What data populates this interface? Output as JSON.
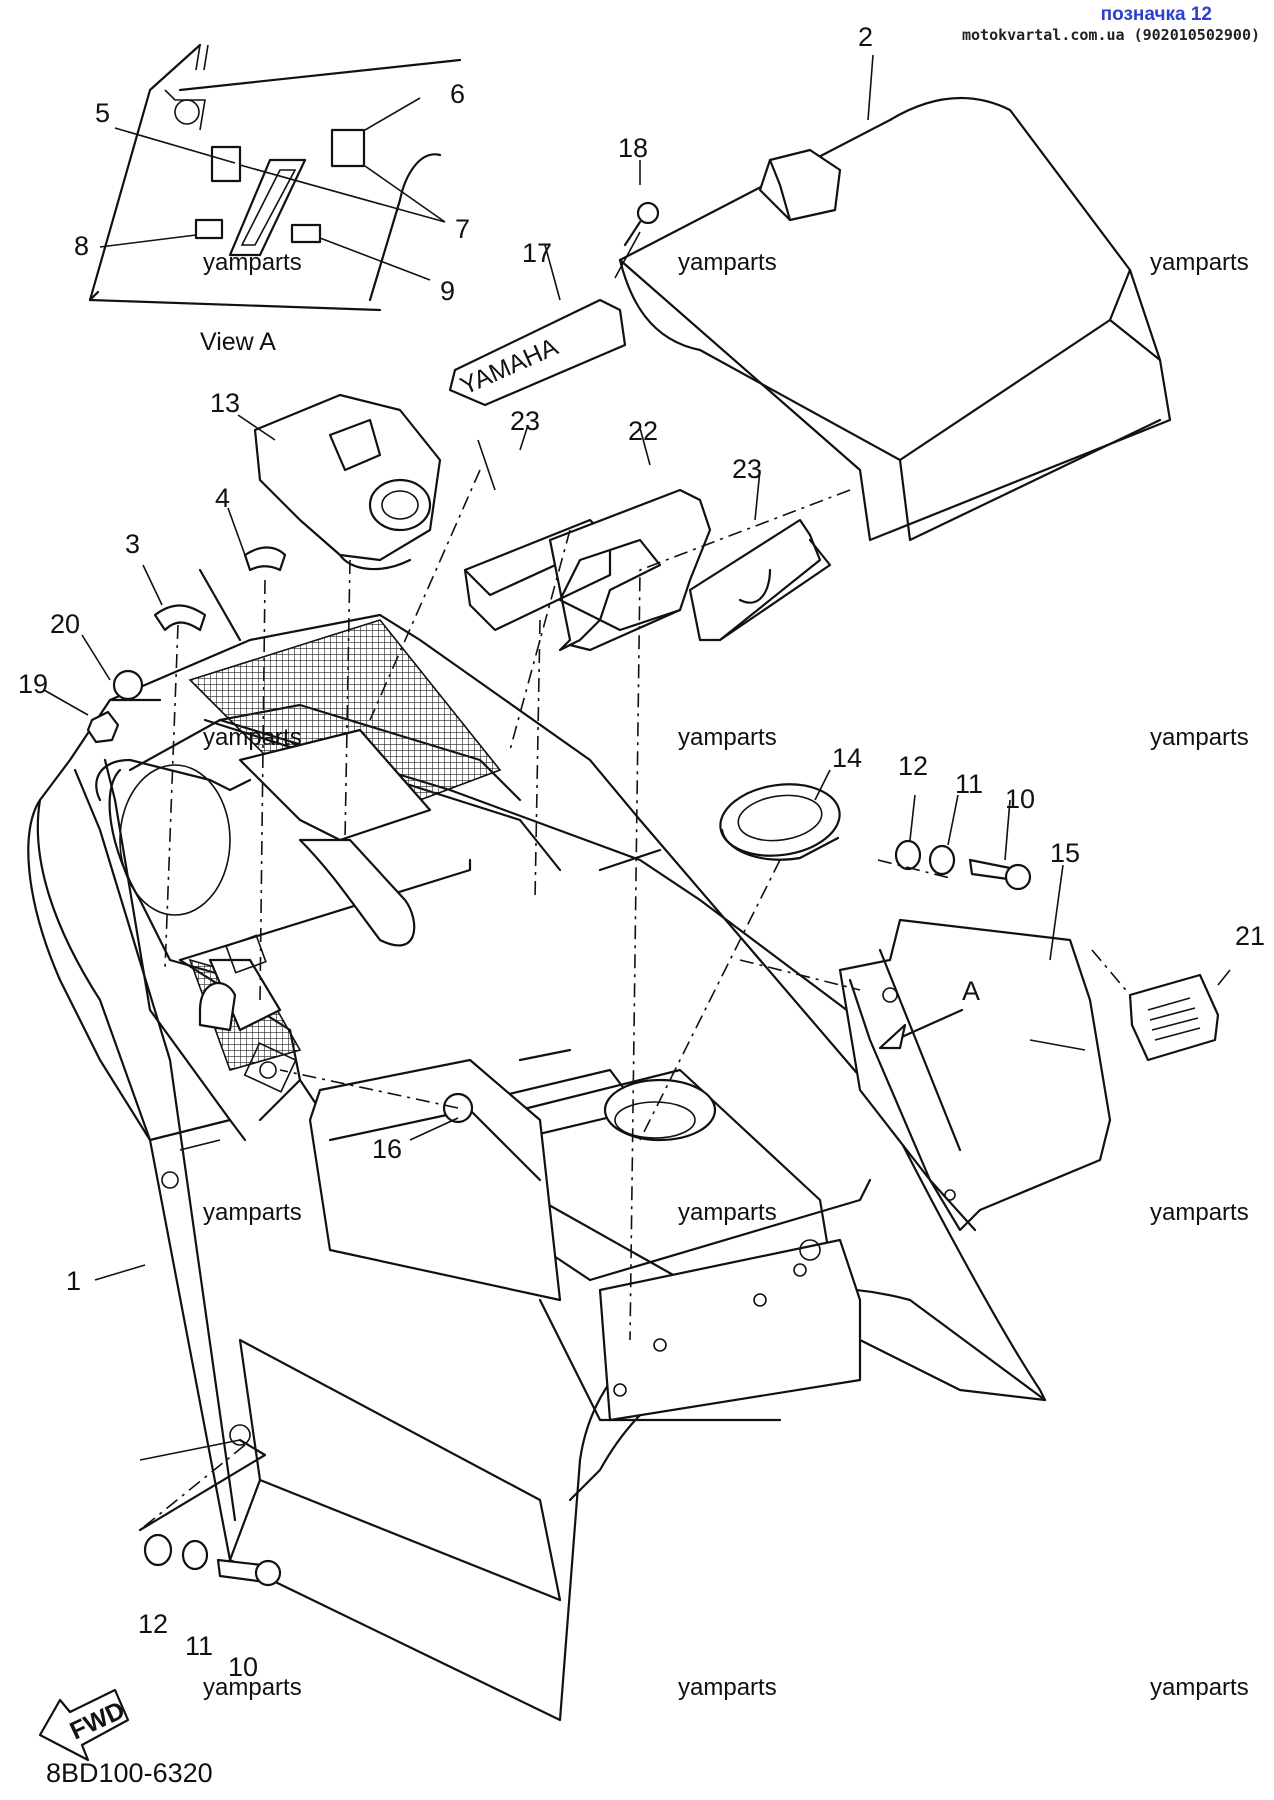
{
  "header": {
    "label": "позначка 12",
    "site": "motokvartal.com.ua (902010502900)"
  },
  "view_a": {
    "caption": "View A"
  },
  "callouts": {
    "c1": "1",
    "c2": "2",
    "c3": "3",
    "c4": "4",
    "c5": "5",
    "c6": "6",
    "c7": "7",
    "c8": "8",
    "c9": "9",
    "c10": "10",
    "c10b": "10",
    "c11": "11",
    "c11b": "11",
    "c12": "12",
    "c12b": "12",
    "c13": "13",
    "c14": "14",
    "c15": "15",
    "c16": "16",
    "c17": "17",
    "c18": "18",
    "c19": "19",
    "c20": "20",
    "c21": "21",
    "c22": "22",
    "c23a": "23",
    "c23b": "23"
  },
  "view_arrow_label": "A",
  "emblem_text": "YAMAHA",
  "fwd_text": "FWD",
  "watermark": "yamparts",
  "diagram_code": "8BD100-6320"
}
